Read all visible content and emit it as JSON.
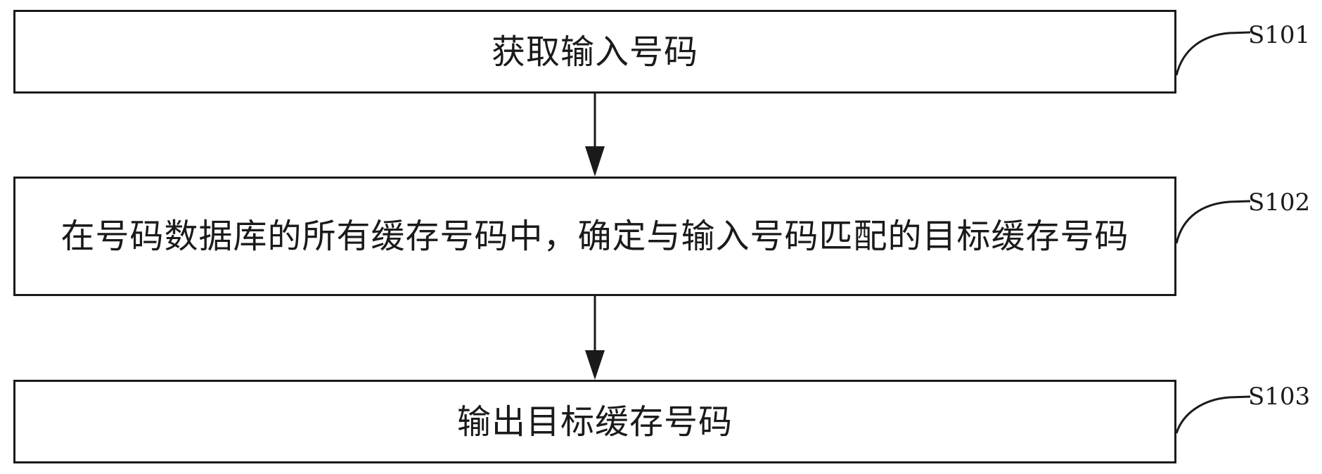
{
  "steps": [
    {
      "id": "S101",
      "text": "获取输入号码"
    },
    {
      "id": "S102",
      "text": "在号码数据库的所有缓存号码中，确定与输入号码匹配的目标缓存号码"
    },
    {
      "id": "S103",
      "text": "输出目标缓存号码"
    }
  ],
  "colors": {
    "stroke": "#1a1a1a",
    "background": "#ffffff"
  }
}
